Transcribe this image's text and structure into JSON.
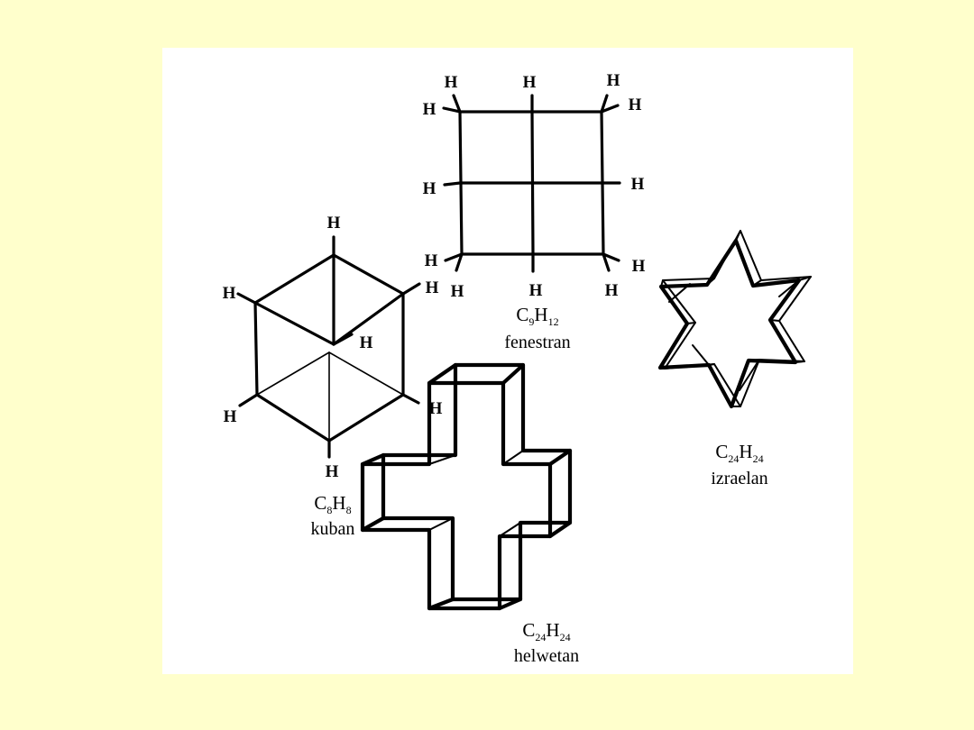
{
  "atom_label": "H",
  "molecules": {
    "kuban": {
      "formula": {
        "c": "C",
        "c_sub": "8",
        "h": "H",
        "h_sub": "8"
      },
      "name": "kuban"
    },
    "fenestran": {
      "formula": {
        "c": "C",
        "c_sub": "9",
        "h": "H",
        "h_sub": "12"
      },
      "name": "fenestran"
    },
    "izraelan": {
      "formula": {
        "c": "C",
        "c_sub": "24",
        "h": "H",
        "h_sub": "24"
      },
      "name": "izraelan"
    },
    "helwetan": {
      "formula": {
        "c": "C",
        "c_sub": "24",
        "h": "H",
        "h_sub": "24"
      },
      "name": "helwetan"
    }
  },
  "colors": {
    "slide_background": "#ffffcc",
    "panel_background": "#ffffff",
    "ink": "#000000"
  }
}
